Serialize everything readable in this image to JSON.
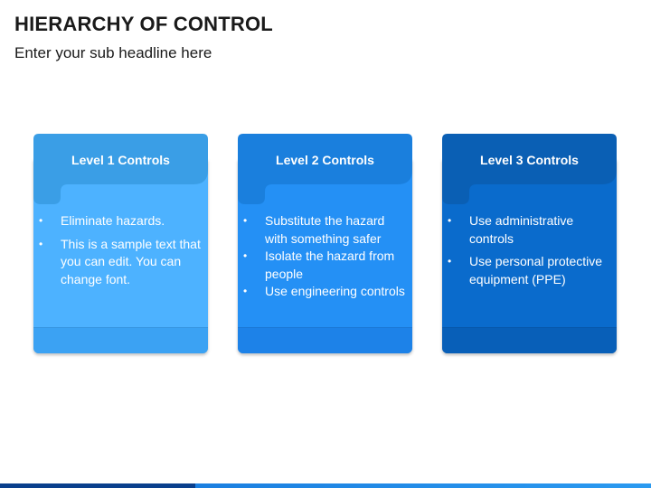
{
  "page": {
    "title": "HIERARCHY OF CONTROL",
    "subtitle": "Enter your sub headline here"
  },
  "cards": [
    {
      "heading": "Level 1 Controls",
      "header_color": "#3a9ee6",
      "body_color": "#4db2ff",
      "bullets": [
        "Eliminate hazards.",
        "This is a sample text that you can edit. You can change font."
      ]
    },
    {
      "heading": "Level 2 Controls",
      "header_color": "#1a7fdd",
      "body_color": "#2490f5",
      "bullets": [
        "Substitute the hazard with something safer",
        "Isolate the hazard from people",
        "Use engineering controls"
      ]
    },
    {
      "heading": "Level 3 Controls",
      "header_color": "#0a5fb4",
      "body_color": "#0a6bcc",
      "bullets": [
        "Use administrative controls",
        "Use personal protective equipment (PPE)"
      ]
    }
  ]
}
